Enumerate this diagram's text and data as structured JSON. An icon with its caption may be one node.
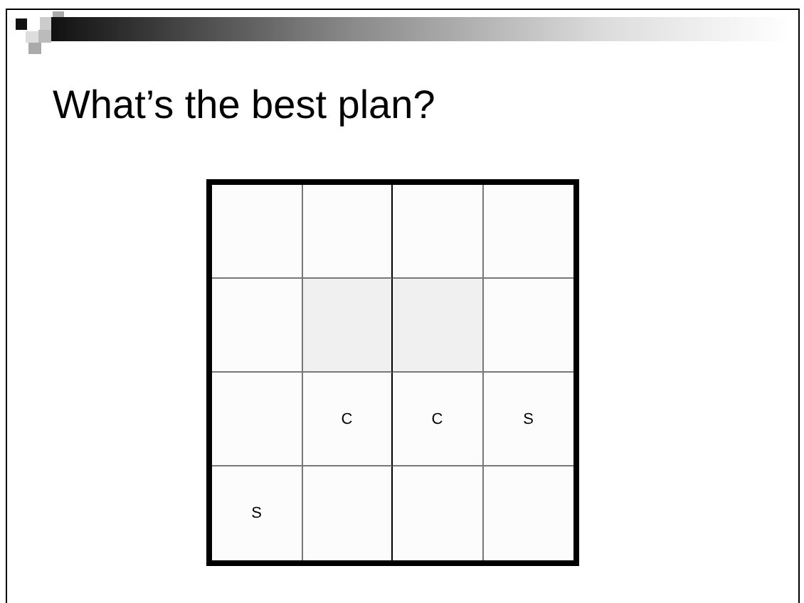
{
  "diagram": {
    "title": "What’s the best plan?",
    "labels": [
      "C",
      "C",
      "S",
      "S"
    ]
  }
}
